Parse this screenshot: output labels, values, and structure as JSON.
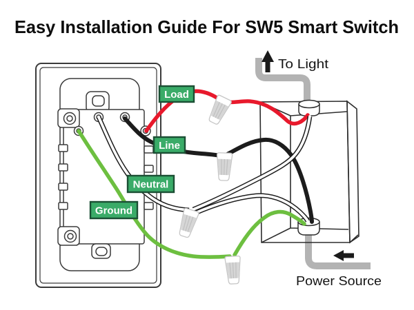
{
  "title": "Easy Installation Guide For SW5 Smart Switch",
  "diagram": {
    "to_light_label": "To Light",
    "power_source_label": "Power Source",
    "wire_labels": {
      "load": "Load",
      "line": "Line",
      "neutral": "Neutral",
      "ground": "Ground"
    },
    "colors": {
      "load_wire": "#e8192c",
      "line_wire": "#1c1c1c",
      "neutral_wire": "#ffffff",
      "neutral_casing": "#1c1c1c",
      "ground_wire": "#6dbf40",
      "label_fill": "#3aab68",
      "label_border": "#1b4f34",
      "cable": "#b3b3b3",
      "arrow": "#1a1a1a"
    }
  }
}
